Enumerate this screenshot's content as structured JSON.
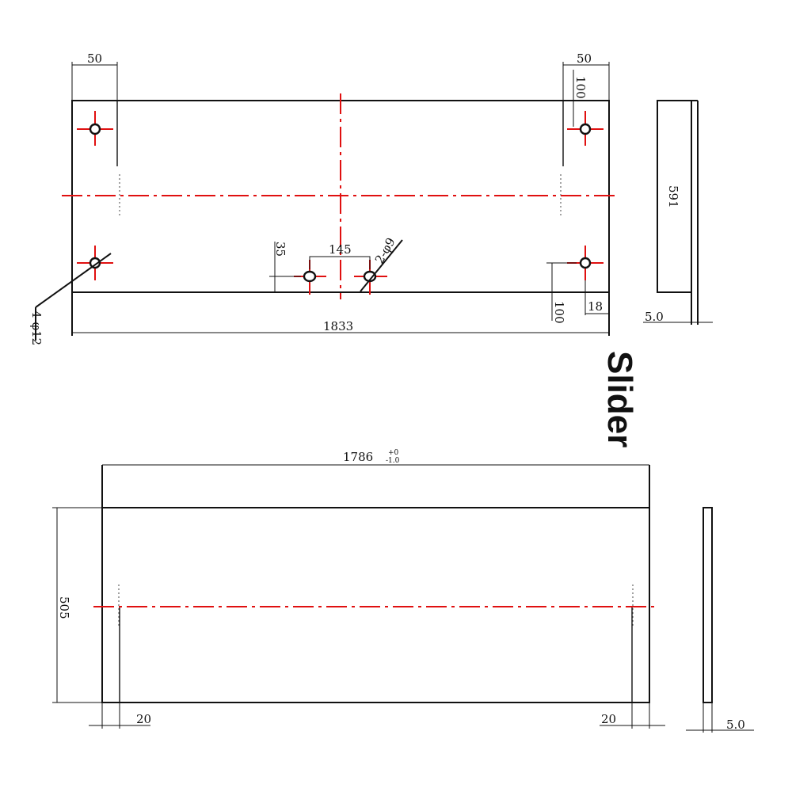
{
  "title": "Slider",
  "top_view": {
    "dims": {
      "left_offset": "50",
      "right_offset": "50",
      "right_vertical": "100",
      "height": "591",
      "hole_spacing": "145",
      "hole_height": "35",
      "center_holes": "2-φ9",
      "corner_holes": "4-φ12",
      "bottom_right_vertical": "100",
      "bottom_right_offset": "18",
      "total_length": "1833",
      "thickness": "5.0"
    }
  },
  "bottom_view": {
    "dims": {
      "length": "1786",
      "tolerance_upper": "+0",
      "tolerance_lower": "-1.0",
      "height": "505",
      "left_offset": "20",
      "right_offset": "20",
      "thickness": "5.0"
    }
  },
  "colors": {
    "centerline": "#e01010",
    "outline": "#111111"
  }
}
